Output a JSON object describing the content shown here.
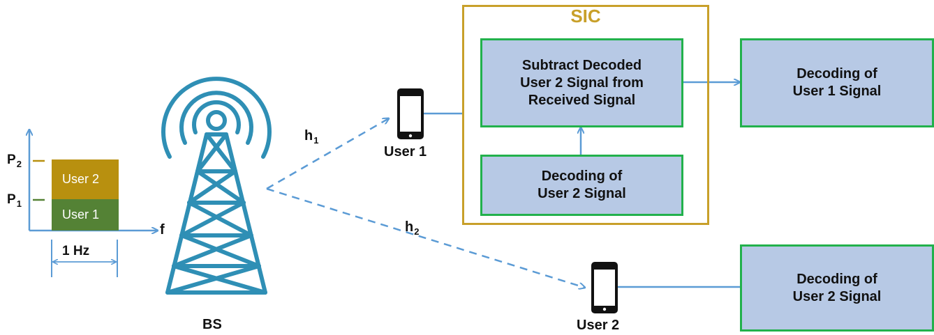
{
  "colors": {
    "arrow": "#5b9bd5",
    "tower": "#2f8fb5",
    "box_fill": "#b7c9e5",
    "box_border": "#22b14c",
    "sic": "#c8a02a",
    "user2_block": "#b8900f",
    "user1_block": "#548235"
  },
  "power_axis": {
    "p2_label": "P",
    "p2_sub": "2",
    "p1_label": "P",
    "p1_sub": "1",
    "freq_label": "f",
    "bandwidth_label": "1 Hz",
    "user2_block_label": "User 2",
    "user1_block_label": "User 1"
  },
  "base_station": {
    "label": "BS",
    "icon": "cell-tower-icon"
  },
  "channels": {
    "h1_label": "h",
    "h1_sub": "1",
    "h2_label": "h",
    "h2_sub": "2"
  },
  "users": {
    "user1_label": "User 1",
    "user2_label": "User 2",
    "phone_icon": "smartphone-icon"
  },
  "sic": {
    "title": "SIC",
    "subtract_box": "Subtract Decoded\nUser 2 Signal from\nReceived Signal",
    "decode_user2_box": "Decoding of\nUser 2 Signal"
  },
  "outputs": {
    "decode_user1": "Decoding of\nUser 1 Signal",
    "decode_user2": "Decoding of\nUser 2 Signal"
  }
}
